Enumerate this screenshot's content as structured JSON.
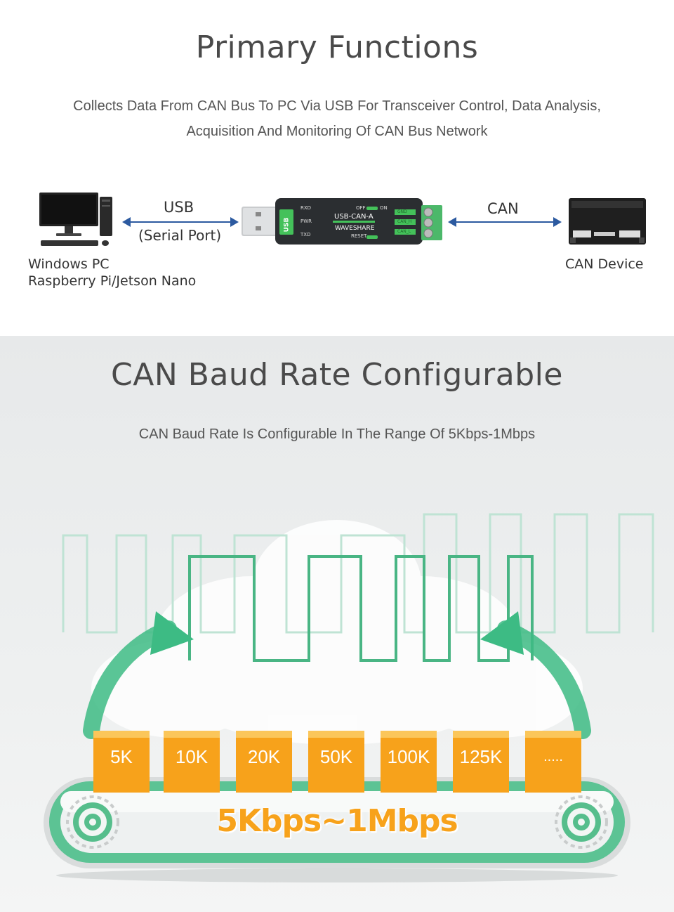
{
  "section1": {
    "title": "Primary Functions",
    "subtitle_line1": "Collects Data From CAN Bus To PC Via USB For Transceiver Control, Data Analysis,",
    "subtitle_line2": "Acquisition And Monitoring Of CAN Bus Network",
    "left_device_line1": "Windows PC",
    "left_device_line2": "Raspberry Pi/Jetson Nano",
    "usb_label": "USB",
    "usb_sublabel": "(Serial Port)",
    "can_label": "CAN",
    "right_device": "CAN Device",
    "adapter": {
      "model": "USB-CAN-A",
      "brand": "WAVESHARE",
      "usb_tag": "USB",
      "led_rxd": "RXD",
      "led_pwr": "PWR",
      "led_txd": "TXD",
      "switch_off": "OFF",
      "switch_on": "ON",
      "reset": "RESET",
      "term_gnd": "GND",
      "term_canh": "CAN_H",
      "term_canl": "CAN_L"
    }
  },
  "section2": {
    "title": "CAN Baud Rate Configurable",
    "subtitle": "CAN Baud Rate Is Configurable In The Range Of 5Kbps-1Mbps",
    "rates": [
      "5K",
      "10K",
      "20K",
      "50K",
      "100K",
      "125K",
      "....."
    ],
    "range_label": "5Kbps~1Mbps"
  },
  "colors": {
    "accent_green": "#3dbb84",
    "arrow_blue": "#2c5aa0",
    "orange": "#f7a21b"
  }
}
